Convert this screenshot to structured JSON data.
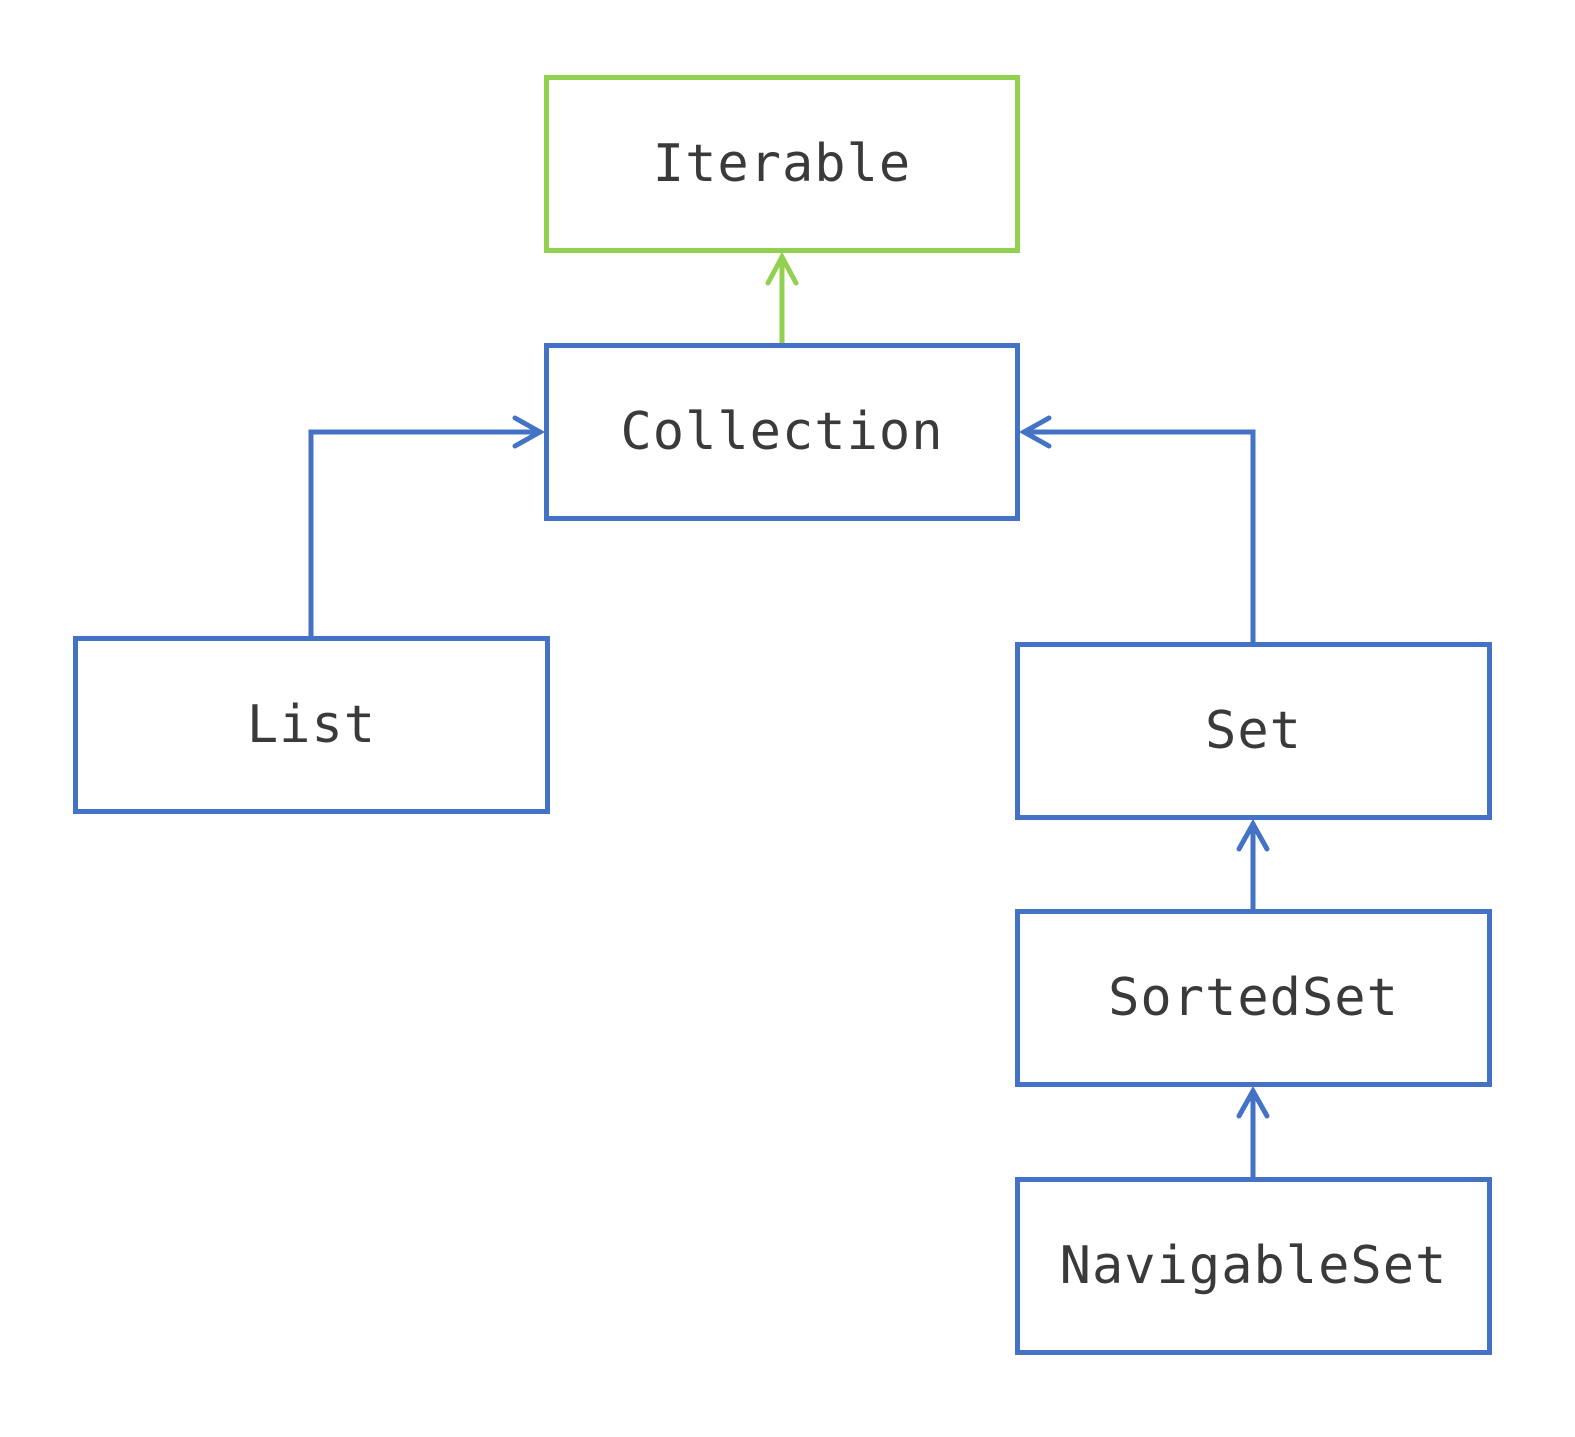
{
  "colors": {
    "iterable_border": "#92d050",
    "interface_border": "#4472c4",
    "text": "#3a3a3a",
    "background": "#ffffff"
  },
  "nodes": {
    "iterable": "Iterable",
    "collection": "Collection",
    "list": "List",
    "set": "Set",
    "sortedset": "SortedSet",
    "navigableset": "NavigableSet"
  },
  "edges": [
    {
      "from": "collection",
      "to": "iterable",
      "color": "#92d050"
    },
    {
      "from": "list",
      "to": "collection",
      "color": "#4472c4"
    },
    {
      "from": "set",
      "to": "collection",
      "color": "#4472c4"
    },
    {
      "from": "sortedset",
      "to": "set",
      "color": "#4472c4"
    },
    {
      "from": "navigableset",
      "to": "sortedset",
      "color": "#4472c4"
    }
  ]
}
